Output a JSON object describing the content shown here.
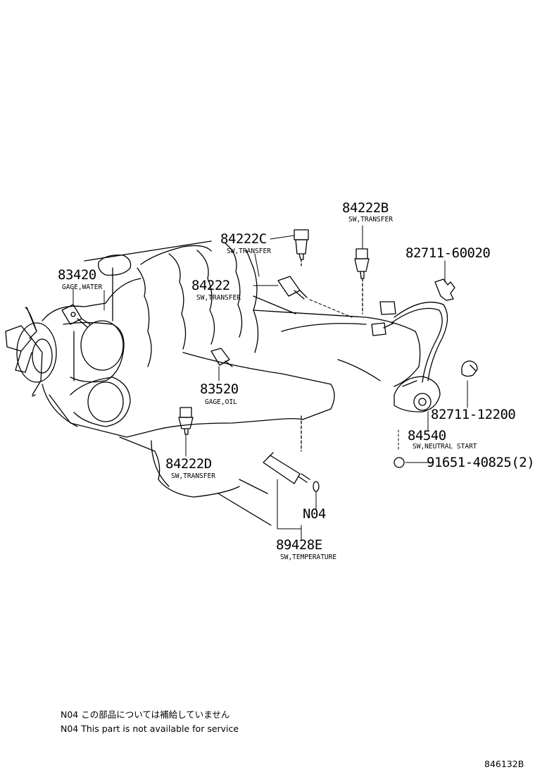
{
  "callouts": {
    "p84222b": {
      "part": "84222B",
      "desc": "SW,TRANSFER"
    },
    "p84222c": {
      "part": "84222C",
      "desc": "SW,TRANSFER"
    },
    "p84222": {
      "part": "84222",
      "desc": "SW,TRANSFER"
    },
    "p83420": {
      "part": "83420",
      "desc": "GAGE,WATER"
    },
    "p83520": {
      "part": "83520",
      "desc": "GAGE,OIL"
    },
    "p84222d": {
      "part": "84222D",
      "desc": "SW,TRANSFER"
    },
    "p82711a": {
      "part": "82711-60020"
    },
    "p82711b": {
      "part": "82711-12200"
    },
    "p84540": {
      "part": "84540",
      "desc": "SW,NEUTRAL START"
    },
    "p91651": {
      "part": "91651-40825(2)"
    },
    "pn04": {
      "part": "N04"
    },
    "p89428e": {
      "part": "89428E",
      "desc": "SW,TEMPERATURE"
    }
  },
  "notes": {
    "jp": "N04 この部品については補給していません",
    "en": "N04 This part is not available for service"
  },
  "diagram_code": "846132B"
}
